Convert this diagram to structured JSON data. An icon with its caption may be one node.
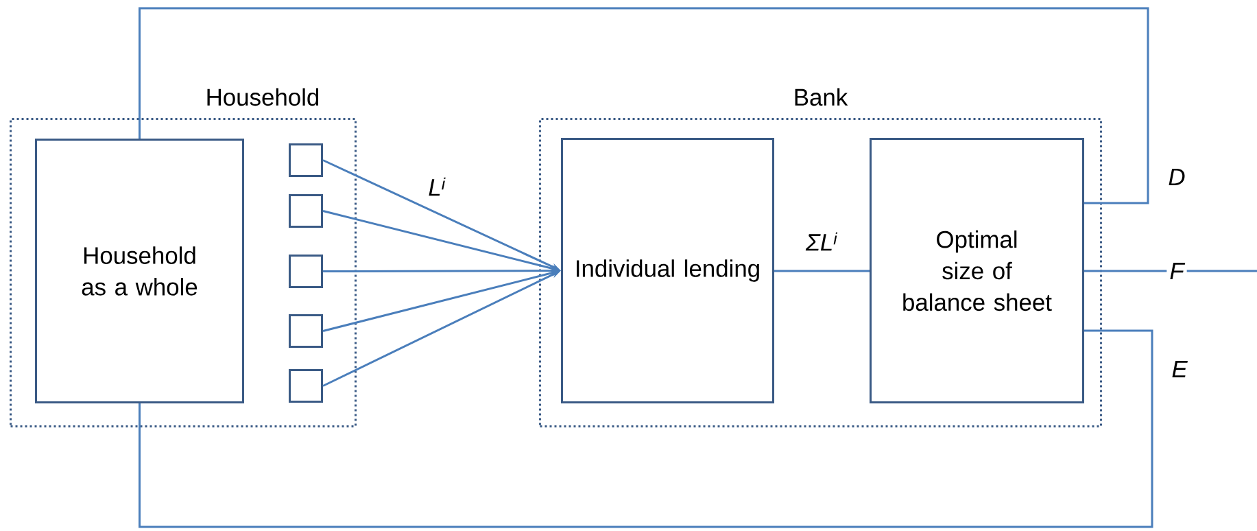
{
  "diagram": {
    "nodes": [
      {
        "text": [
          "Household"
        ]
      },
      {
        "text": [
          "Household as a whole"
        ],
        "in": 0
      },
      {
        "text": [],
        "shape": "box",
        "in": 0
      },
      {
        "text": [],
        "shape": "box",
        "in": 0
      },
      {
        "text": [],
        "shape": "box",
        "in": 0
      },
      {
        "text": [],
        "shape": "box",
        "in": 0
      },
      {
        "text": [],
        "shape": "box",
        "in": 0
      },
      {
        "text": [
          "Bank"
        ]
      },
      {
        "text": [
          "Individual lending"
        ],
        "in": 7
      },
      {
        "text": [
          "Optimal size of balance sheet"
        ],
        "in": 7
      }
    ],
    "edges": [
      {
        "from": 2,
        "to": 8,
        "arrow": "to"
      },
      {
        "from": 3,
        "to": 8,
        "arrow": "to"
      },
      {
        "from": 4,
        "to": 8,
        "arrow": "to"
      },
      {
        "from": 5,
        "to": 8,
        "arrow": "to"
      },
      {
        "from": 6,
        "to": 8,
        "arrow": "to"
      },
      {
        "from": 8,
        "to": 9,
        "arrow": "none",
        "label": "ΣL$^{i}$"
      },
      {
        "from": 9,
        "to": 1,
        "arrow": "none",
        "label": "D"
      },
      {
        "from": 9,
        "to": null,
        "arrow": "none",
        "label": "F"
      },
      {
        "from": 9,
        "to": 1,
        "arrow": "none",
        "label": "E"
      }
    ],
    "labels": [
      "L$^{i}$"
    ]
  }
}
